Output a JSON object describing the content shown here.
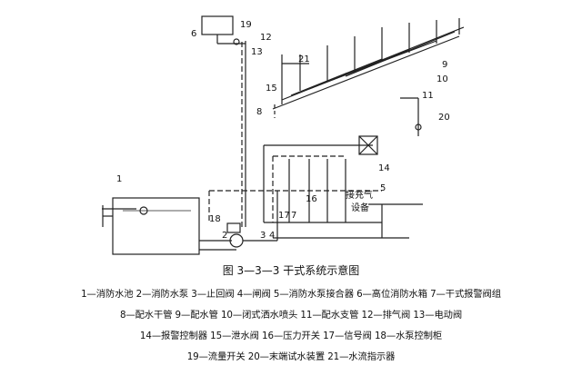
{
  "figure": {
    "caption": "图 3—3—3   干式系统示意图",
    "labels": [
      "1",
      "2",
      "3",
      "4",
      "5",
      "6",
      "7",
      "8",
      "9",
      "10",
      "11",
      "12",
      "13",
      "14",
      "15",
      "16",
      "17",
      "18",
      "19",
      "20",
      "21"
    ],
    "equipment_text": [
      "接充气",
      "设备"
    ],
    "legend_rows": [
      "1—消防水池   2—消防水泵   3—止回阀   4—闸阀   5—消防水泵接合器   6—高位消防水箱   7—干式报警阀组",
      "8—配水干管   9—配水管   10—闭式洒水喷头   11—配水支管   12—排气阀   13—电动阀",
      "14—报警控制器   15—泄水阀   16—压力开关   17—信号阀   18—水泵控制柜",
      "19—流量开关   20—末端试水装置   21—水流指示器"
    ]
  }
}
